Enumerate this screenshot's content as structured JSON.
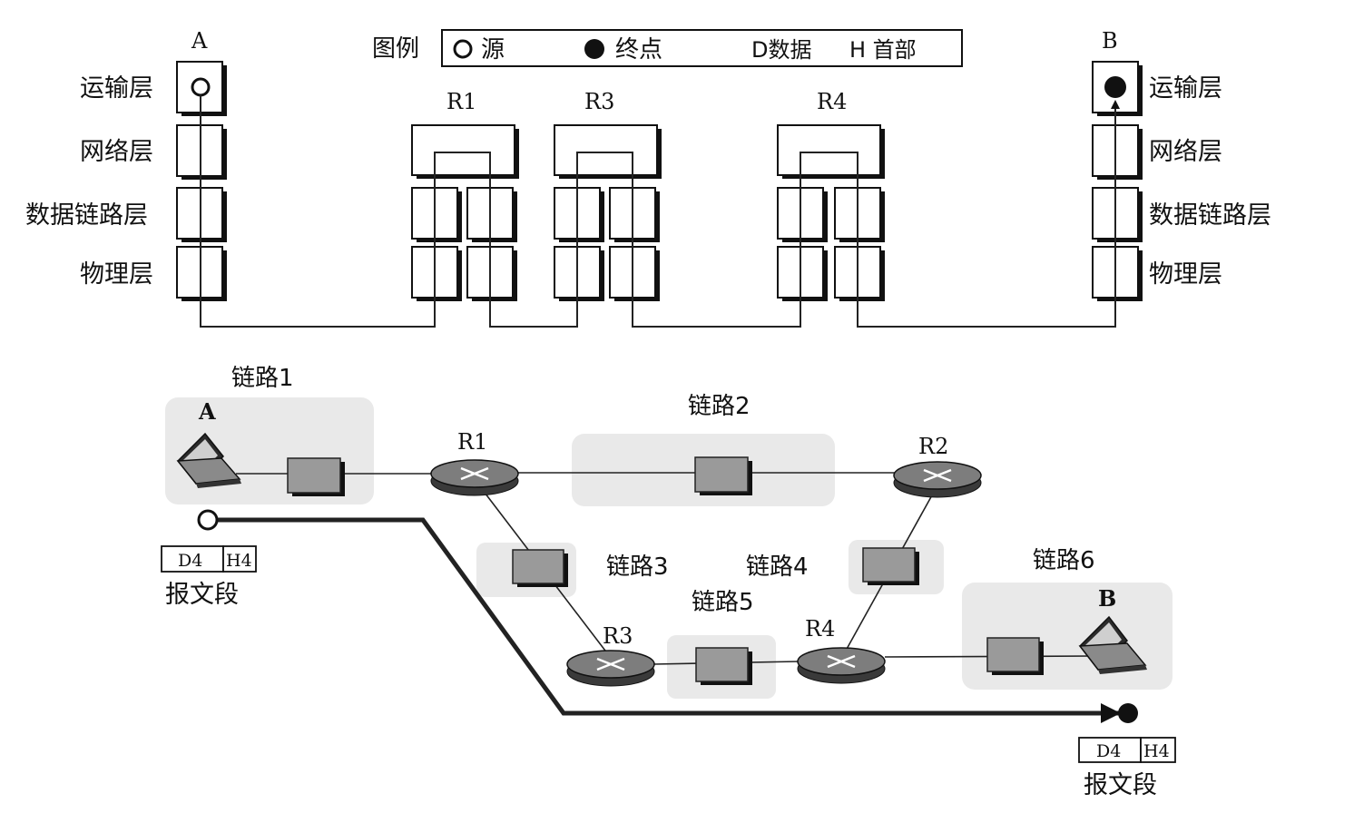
{
  "legend": {
    "title": "图例",
    "source": "源",
    "destination": "终点",
    "data_label": "D数据",
    "header_label": "H 首部"
  },
  "stack": {
    "host_a": "A",
    "host_b": "B",
    "layers_left": [
      "运输层",
      "网络层",
      "数据链路层",
      "物理层"
    ],
    "layers_right": [
      "运输层",
      "网络层",
      "数据链路层",
      "物理层"
    ],
    "routers": [
      "R1",
      "R3",
      "R4"
    ]
  },
  "network": {
    "host_a": "A",
    "host_b": "B",
    "routers": {
      "r1": "R1",
      "r2": "R2",
      "r3": "R3",
      "r4": "R4"
    },
    "links": [
      "链路1",
      "链路2",
      "链路3",
      "链路4",
      "链路5",
      "链路6"
    ],
    "segment_left": {
      "data": "D4",
      "header": "H4",
      "caption": "报文段"
    },
    "segment_right": {
      "data": "D4",
      "header": "H4",
      "caption": "报文段"
    }
  },
  "icons": [
    "source-circle-icon",
    "destination-dot-icon",
    "laptop-icon",
    "router-icon"
  ]
}
